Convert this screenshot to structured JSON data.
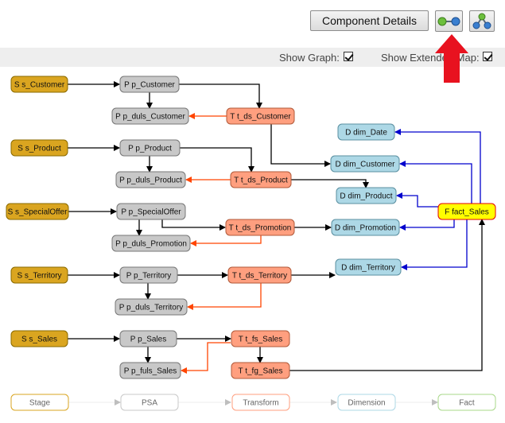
{
  "toolbar": {
    "component_details_label": "Component Details",
    "graph_icon": "linked-nodes-icon",
    "tree_icon": "hierarchy-icon"
  },
  "options": {
    "show_graph_label": "Show Graph:",
    "show_graph_checked": true,
    "show_extended_label": "Show Extended Map:",
    "show_extended_checked": true
  },
  "colors": {
    "stage": "#daa520",
    "psa": "#c8c8c8",
    "transform": "#ff9f7f",
    "dimension": "#add8e6",
    "fact": "#ffff00",
    "fact_border": "#e00000",
    "edge_default": "#000000",
    "edge_dup": "#ff4500",
    "edge_fact": "#0000cd",
    "arrow_annotation": "#e8121f"
  },
  "nodes": {
    "s_customer": "S s_Customer",
    "p_customer": "P p_Customer",
    "p_duls_customer": "P p_duls_Customer",
    "t_ds_customer": "T t_ds_Customer",
    "s_product": "S s_Product",
    "p_product": "P p_Product",
    "p_duls_product": "P p_duls_Product",
    "t_ds_product": "T t_ds_Product",
    "s_specialoffer": "S s_SpecialOffer",
    "p_specialoffer": "P p_SpecialOffer",
    "p_duls_promotion": "P p_duls_Promotion",
    "t_ds_promotion": "T t_ds_Promotion",
    "s_territory": "S s_Territory",
    "p_territory": "P p_Territory",
    "p_duls_territory": "P p_duls_Territory",
    "t_ds_territory": "T t_ds_Territory",
    "s_sales": "S s_Sales",
    "p_sales": "P p_Sales",
    "p_fuls_sales": "P p_fuls_Sales",
    "t_fs_sales": "T t_fs_Sales",
    "t_fg_sales": "T t_fg_Sales",
    "dim_date": "D dim_Date",
    "dim_customer": "D dim_Customer",
    "dim_product": "D dim_Product",
    "dim_promotion": "D dim_Promotion",
    "dim_territory": "D dim_Territory",
    "fact_sales": "F fact_Sales"
  },
  "legend": {
    "stage": "Stage",
    "psa": "PSA",
    "transform": "Transform",
    "dimension": "Dimension",
    "fact": "Fact"
  }
}
